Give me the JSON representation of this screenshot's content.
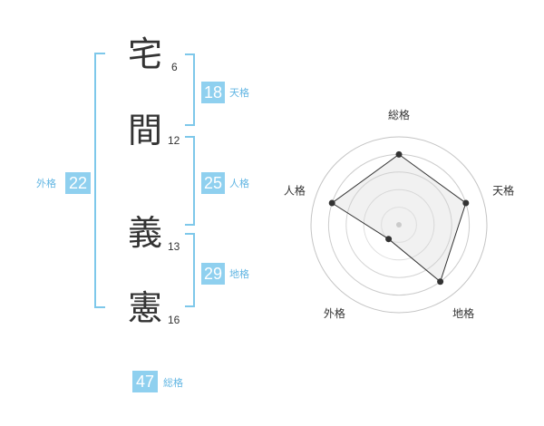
{
  "name": {
    "chars": [
      {
        "char": "宅",
        "strokes": "6"
      },
      {
        "char": "間",
        "strokes": "12"
      },
      {
        "char": "義",
        "strokes": "13"
      },
      {
        "char": "憲",
        "strokes": "16"
      }
    ]
  },
  "fortunes": {
    "tenkaku": {
      "value": "18",
      "label": "天格"
    },
    "jinkaku": {
      "value": "25",
      "label": "人格"
    },
    "chikaku": {
      "value": "29",
      "label": "地格"
    },
    "gaikaku": {
      "value": "22",
      "label": "外格"
    },
    "soukaku": {
      "value": "47",
      "label": "総格"
    }
  },
  "colors": {
    "accent": "#8fd0ef",
    "label": "#62b6e3",
    "bracket": "#7ec8ea"
  },
  "chart_data": {
    "type": "radar",
    "axes": [
      "総格",
      "天格",
      "地格",
      "外格",
      "人格"
    ],
    "values": [
      0.8,
      0.8,
      0.8,
      0.2,
      0.8
    ],
    "rings": 5,
    "range": [
      0,
      1
    ]
  }
}
